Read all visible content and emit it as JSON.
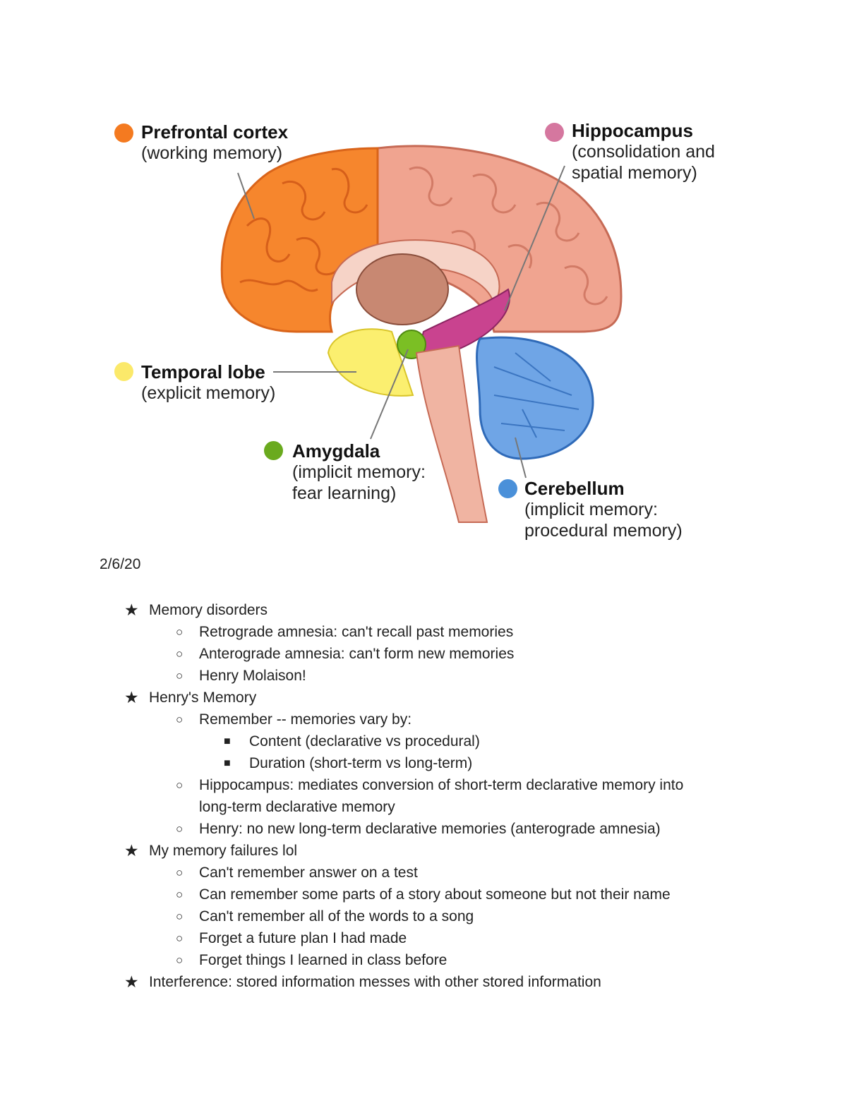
{
  "diagram": {
    "labels": {
      "prefrontal": {
        "title": "Prefrontal cortex",
        "sub1": "(working memory)",
        "color": "#f47a20"
      },
      "hippocampus": {
        "title": "Hippocampus",
        "sub1": "(consolidation and",
        "sub2": "spatial memory)",
        "color": "#d5779f"
      },
      "temporal": {
        "title": "Temporal lobe",
        "sub1": "(explicit memory)",
        "color": "#fbe96a"
      },
      "amygdala": {
        "title": "Amygdala",
        "sub1": "(implicit memory:",
        "sub2": "fear learning)",
        "color": "#6aaa1e"
      },
      "cerebellum": {
        "title": "Cerebellum",
        "sub1": "(implicit memory:",
        "sub2": "procedural memory)",
        "color": "#4a90d9"
      }
    }
  },
  "notes": {
    "date": "2/6/20",
    "star": "★",
    "circle": "○",
    "square": "■",
    "s1": "Memory disorders",
    "s1a": "Retrograde amnesia: can't recall past memories",
    "s1b": "Anterograde amnesia: can't form new memories",
    "s1c": "Henry Molaison!",
    "s2": "Henry's Memory",
    "s2a": "Remember -- memories vary by:",
    "s2a1": "Content (declarative vs procedural)",
    "s2a2": "Duration (short-term vs long-term)",
    "s2b_line1": "Hippocampus: mediates conversion of short-term declarative memory into",
    "s2b_line2": "long-term declarative memory",
    "s2c": "Henry: no new long-term declarative memories (anterograde amnesia)",
    "s3": "My memory failures lol",
    "s3a": "Can't remember answer on a test",
    "s3b": "Can remember some parts of a story about someone but not their name",
    "s3c": "Can't remember all of the words to a song",
    "s3d": "Forget a future plan I had made",
    "s3e": "Forget things I learned in class before",
    "s4": "Interference: stored information messes with other stored information"
  }
}
